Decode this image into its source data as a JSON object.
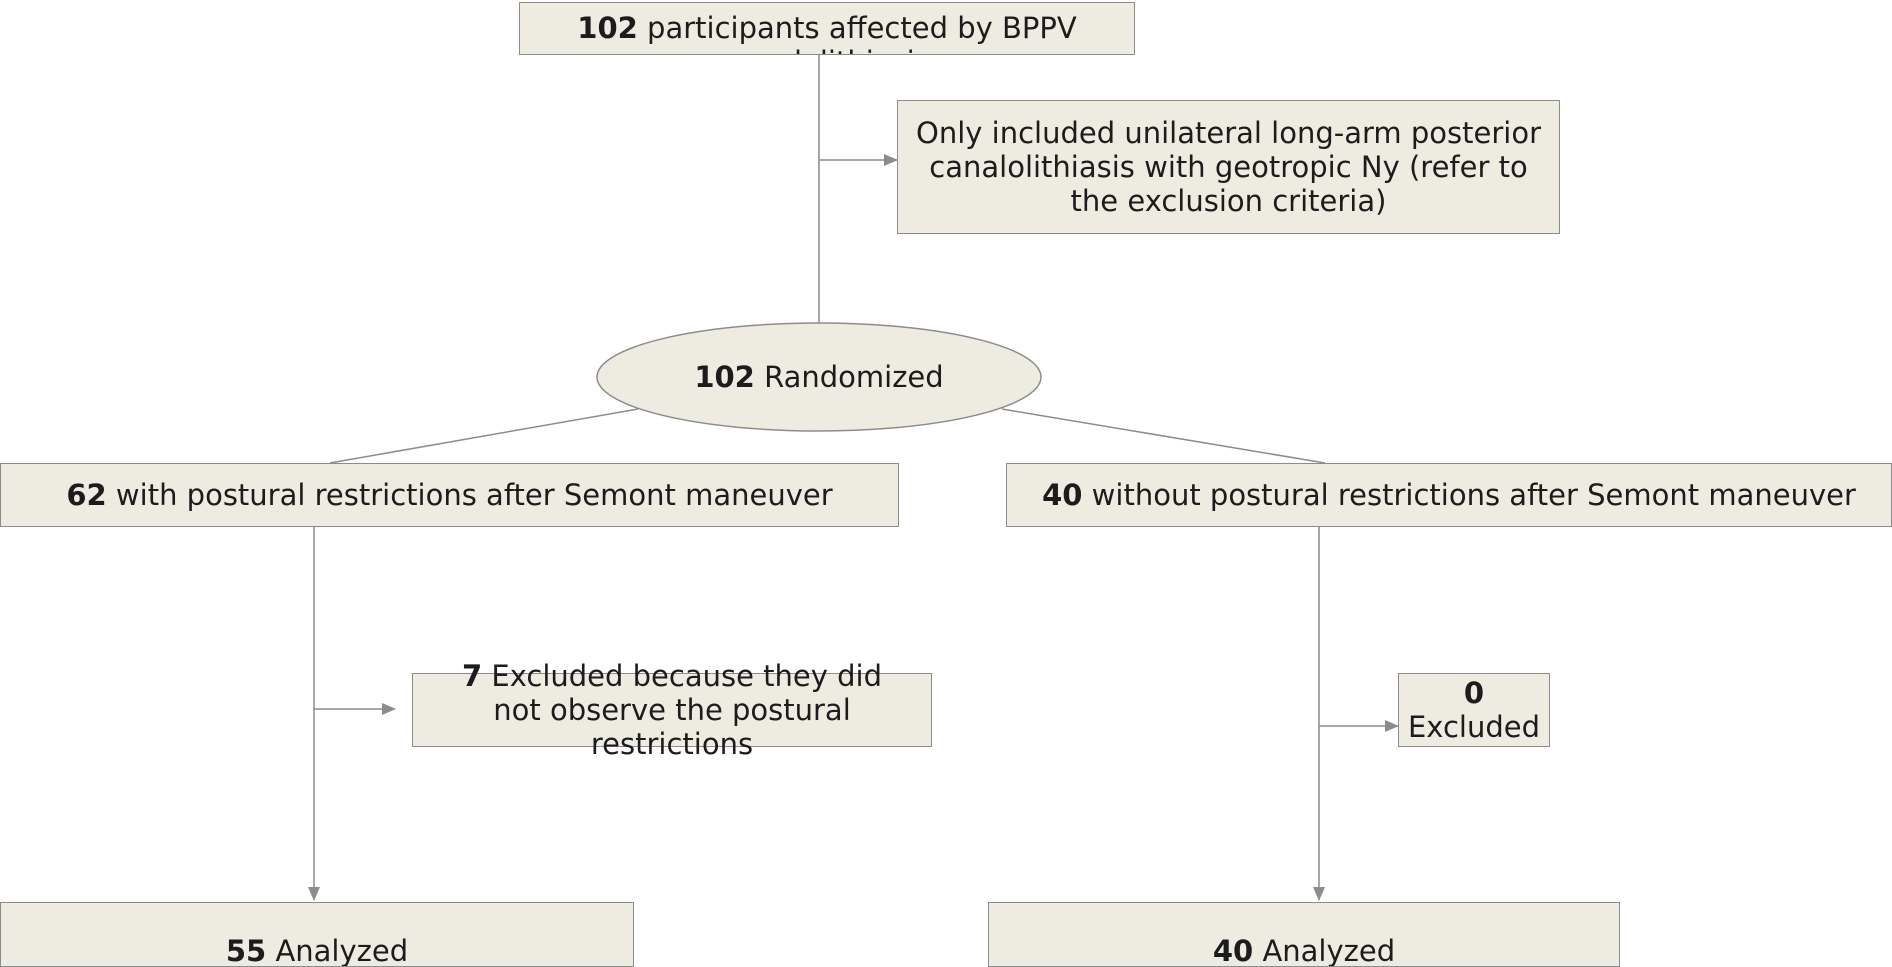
{
  "nodes": {
    "participants": {
      "count": "102",
      "label": "participants affected by BPPV canalolithiasis"
    },
    "inclusion": {
      "text": "Only included unilateral long-arm posterior canalolithiasis with geotropic Ny (refer to the exclusion criteria)"
    },
    "randomized": {
      "count": "102",
      "label": "Randomized"
    },
    "with_restrictions": {
      "count": "62",
      "label": "with postural restrictions after Semont maneuver"
    },
    "without_restrictions": {
      "count": "40",
      "label": "without postural restrictions after Semont maneuver"
    },
    "excluded_left": {
      "count": "7",
      "label": "Excluded because they did not observe the postural restrictions"
    },
    "excluded_right": {
      "count": "0",
      "label": "Excluded"
    },
    "analyzed_left": {
      "count": "55",
      "label": "Analyzed"
    },
    "analyzed_right": {
      "count": "40",
      "label": "Analyzed"
    }
  },
  "colors": {
    "box_fill": "#eeece1",
    "border": "#8c8c8c",
    "line": "#8c8c8c"
  }
}
